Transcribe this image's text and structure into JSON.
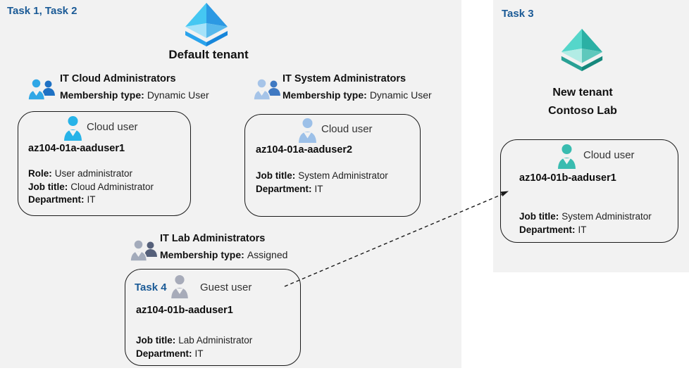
{
  "colors": {
    "task_label": "#1a5a96",
    "panel_bg": "#f2f2f2",
    "card_border": "#1a1a1a",
    "tenant_icon_blue": [
      "#45c7f2",
      "#2c99e3",
      "#a5e2f9",
      "#58b9ec",
      "#2aa3ec",
      "#1786da"
    ],
    "tenant_icon_teal": [
      "#55d6ca",
      "#2bb0a4",
      "#b2ece5",
      "#5ec8bc",
      "#29a195",
      "#15887c"
    ]
  },
  "icons": {
    "default_tenant": "azure-tenant-pyramid-icon-blue",
    "new_tenant": "azure-tenant-pyramid-icon-teal",
    "group_blue": "user-group-icon-blue",
    "group_soft": "user-group-icon-softblue",
    "group_gray": "user-group-icon-gray",
    "cloud_user_cyan": "person-icon-cyan",
    "cloud_user_soft": "person-icon-softblue",
    "guest_user": "person-icon-gray",
    "cloud_user_teal": "person-icon-teal",
    "arrow": "dashed-arrow"
  },
  "tasks": {
    "left_panel": "Task 1, Task 2",
    "right_panel": "Task 3",
    "guest_card": "Task 4"
  },
  "default_tenant": {
    "label": "Default tenant"
  },
  "new_tenant": {
    "line1": "New tenant",
    "line2": "Contoso Lab"
  },
  "groups": [
    {
      "name": "IT Cloud Administrators",
      "membership_label": "Membership type:",
      "membership_value": "Dynamic User"
    },
    {
      "name": "IT System Administrators",
      "membership_label": "Membership type:",
      "membership_value": "Dynamic User"
    },
    {
      "name": "IT Lab Administrators",
      "membership_label": "Membership type:",
      "membership_value": "Assigned"
    }
  ],
  "cards": [
    {
      "user_type": "Cloud user",
      "name": "az104-01a-aaduser1",
      "fields": [
        {
          "label": "Role:",
          "value": "User administrator"
        },
        {
          "label": "Job title:",
          "value": "Cloud Administrator"
        },
        {
          "label": "Department:",
          "value": "IT"
        }
      ]
    },
    {
      "user_type": "Cloud user",
      "name": "az104-01a-aaduser2",
      "fields": [
        {
          "label": "Job title:",
          "value": "System Administrator"
        },
        {
          "label": "Department:",
          "value": "IT"
        }
      ]
    },
    {
      "user_type": "Guest user",
      "name": "az104-01b-aaduser1",
      "fields": [
        {
          "label": "Job title:",
          "value": "Lab Administrator"
        },
        {
          "label": "Department:",
          "value": "IT"
        }
      ]
    },
    {
      "user_type": "Cloud user",
      "name": "az104-01b-aaduser1",
      "fields": [
        {
          "label": "Job title:",
          "value": "System Administrator"
        },
        {
          "label": "Department:",
          "value": "IT"
        }
      ]
    }
  ]
}
